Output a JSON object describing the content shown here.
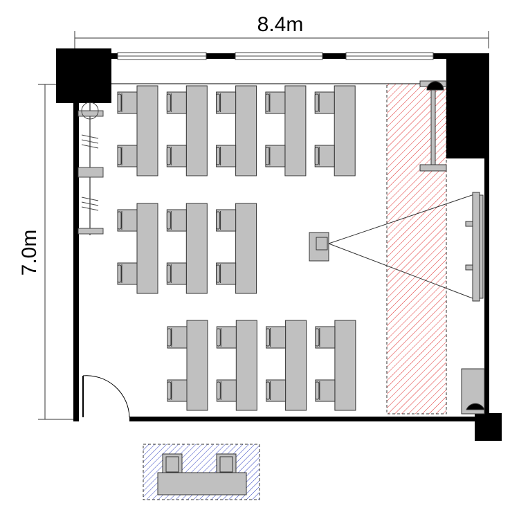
{
  "dimensions": {
    "width_label": "8.4m",
    "depth_label": "7.0m"
  },
  "colors": {
    "wall": "#000000",
    "furniture": "#c0c0c0",
    "stage_hatch": "#e03030",
    "legend_hatch": "#3040c0"
  },
  "layout": {
    "rows": [
      5,
      3,
      4
    ],
    "seats_per_desk": 2
  }
}
